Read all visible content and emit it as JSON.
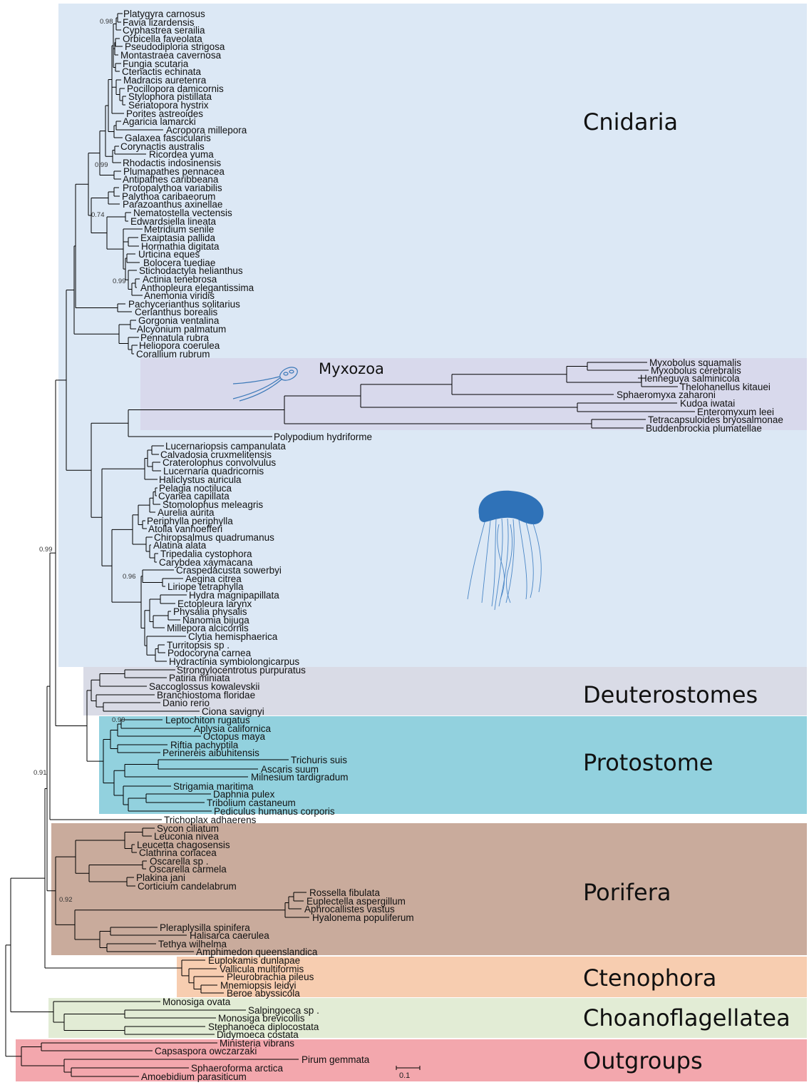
{
  "clades": {
    "cnidaria": "Cnidaria",
    "myxozoa": "Myxozoa",
    "deuterostomes": "Deuterostomes",
    "protostome": "Protostome",
    "porifera": "Porifera",
    "ctenophora": "Ctenophora",
    "choanoflagellatea": "Choanoflagellatea",
    "outgroups": "Outgroups"
  },
  "colors": {
    "cnidaria": "#dce8f5",
    "myxozoa": "#d8d9ec",
    "deuterostomes": "#d9dbe6",
    "protostome": "#92d1de",
    "porifera": "#c9ab9c",
    "ctenophora": "#f7cdb0",
    "choanoflagellatea": "#e2ecd5",
    "outgroups": "#f3a7ad",
    "jellyfish": "#2f72b8"
  },
  "scale_bar": "0.1",
  "support_values": [
    "0.98",
    "0.99",
    "0.74",
    "0.99",
    "0.96",
    "0.99",
    "0.99",
    "0.91",
    "0.92"
  ],
  "icons": [
    "myxozoan-spore-icon",
    "jellyfish-icon"
  ],
  "taxa": {
    "cnidaria": [
      "Platygyra carnosus",
      "Favia lizardensis",
      "Cyphastrea serailia",
      "Orbicella faveolata",
      "Pseudodiploria strigosa",
      "Montastraea cavernosa",
      "Fungia scutaria",
      "Ctenactis echinata",
      "Madracis auretenra",
      "Pocillopora damicornis",
      "Stylophora pistillata",
      "Seriatopora hystrix",
      "Porites astreoides",
      "Agaricia lamarcki",
      "Acropora millepora",
      "Galaxea fascicularis",
      "Corynactis australis",
      "Ricordea yuma",
      "Rhodactis indosinensis",
      "Plumapathes pennacea",
      "Antipathes caribbeana",
      "Protopalythoa variabilis",
      "Palythoa caribaeorum",
      "Parazoanthus axinellae",
      "Nematostella vectensis",
      "Edwardsiella lineata",
      "Metridium senile",
      "Exaiptasia pallida",
      "Hormathia digitata",
      "Urticina eques",
      "Bolocera tuediae",
      "Stichodactyla helianthus",
      "Actinia tenebrosa",
      "Anthopleura elegantissima",
      "Anemonia viridis",
      "Pachycerianthus solitarius",
      "Cerianthus borealis",
      "Gorgonia ventalina",
      "Alcyonium palmatum",
      "Pennatula rubra",
      "Heliopora coerulea",
      "Corallium rubrum"
    ],
    "myxozoa": [
      "Myxobolus squamalis",
      "Myxobolus cerebralis",
      "Henneguya salminicola",
      "Thelohanellus kitauei",
      "Sphaeromyxa zaharoni",
      "Kudoa iwatai",
      "Enteromyxum leei",
      "Tetracapsuloides bryosalmonae",
      "Buddenbrockia plumatellae"
    ],
    "polypodium": "Polypodium hydriforme",
    "medusozoa": [
      "Lucernariopsis campanulata",
      "Calvadosia cruxmelitensis",
      "Craterolophus convolvulus",
      "Lucernaria quadricornis",
      "Haliclystus auricula",
      "Pelagia noctiluca",
      "Cyanea capillata",
      "Stomolophus meleagris",
      "Aurelia aurita",
      "Periphylla periphylla",
      "Atolla vanhoefferi",
      "Chiropsalmus quadrumanus",
      "Alatina alata",
      "Tripedalia cystophora",
      "Carybdea xaymacana",
      "Craspedacusta sowerbyi",
      "Aegina citrea",
      "Liriope tetraphylla",
      "Hydra magnipapillata",
      "Ectopleura larynx",
      "Physalia physalis",
      "Nanomia bijuga",
      "Millepora alcicornis",
      "Clytia hemisphaerica",
      "Turritopsis sp .",
      "Podocoryna carnea",
      "Hydractinia symbiolongicarpus"
    ],
    "deuterostomes": [
      "Strongylocentrotus purpuratus",
      "Patiria miniata",
      "Saccoglossus kowalevskii",
      "Branchiostoma floridae",
      "Danio rerio",
      "Ciona savignyi"
    ],
    "protostome": [
      "Leptochiton rugatus",
      "Aplysia californica",
      "Octopus maya",
      "Riftia pachyptila",
      "Perinereis aibuhitensis",
      "Trichuris suis",
      "Ascaris suum",
      "Milnesium tardigradum",
      "Strigamia maritima",
      "Daphnia pulex",
      "Tribolium castaneum",
      "Pediculus humanus corporis"
    ],
    "placozoa": "Trichoplax adhaerens",
    "porifera": [
      "Sycon ciliatum",
      "Leuconia nivea",
      "Leucetta chagosensis",
      "Clathrina coriacea",
      "Oscarella sp .",
      "Oscarella carmela",
      "Plakina jani",
      "Corticium candelabrum",
      "Rossella fibulata",
      "Euplectella aspergillum",
      "Aphrocallistes vastus",
      "Hyalonema populiferum",
      "Pleraplysilla spinifera",
      "Halisarca caerulea",
      "Tethya wilhelma",
      "Amphimedon queenslandica"
    ],
    "ctenophora": [
      "Euplokamis dunlapae",
      "Vallicula multiformis",
      "Pleurobrachia pileus",
      "Mnemiopsis leidyi",
      "Beroe abyssicola"
    ],
    "choanoflagellatea": [
      "Monosiga ovata",
      "Salpingoeca sp .",
      "Monosiga brevicollis",
      "Stephanoeca diplocostata",
      "Didymoeca costata"
    ],
    "outgroups": [
      "Ministeria vibrans",
      "Capsaspora owczarzaki",
      "Pirum gemmata",
      "Sphaeroforma arctica",
      "Amoebidium parasiticum"
    ]
  }
}
